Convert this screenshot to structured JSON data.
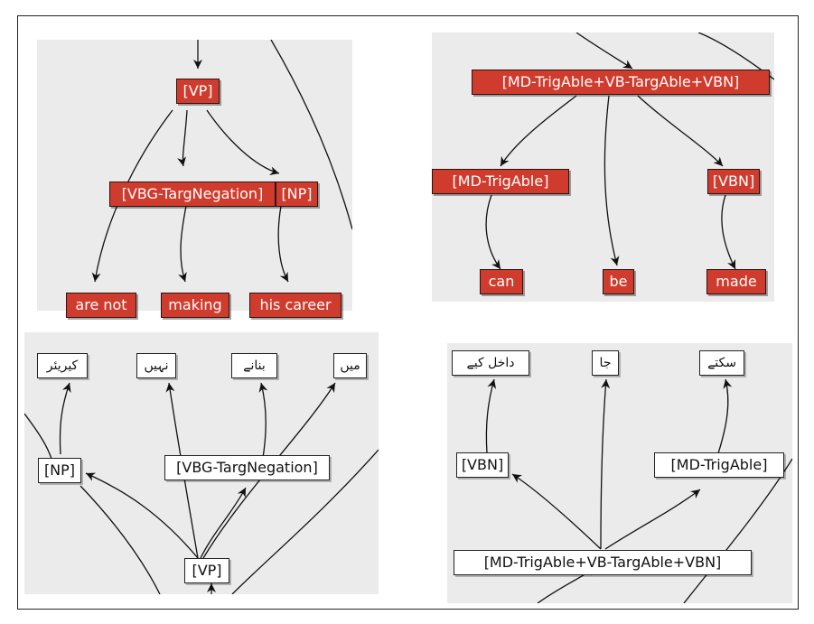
{
  "panels": {
    "en_tree_1": {
      "nodes": {
        "vp": "[VP]",
        "vbg": "[VBG-TargNegation]",
        "np": "[NP]",
        "are_not": "are not",
        "making": "making",
        "his_career": "his career"
      }
    },
    "en_tree_2": {
      "nodes": {
        "root": "[MD-TrigAble+VB-TargAble+VBN]",
        "md": "[MD-TrigAble]",
        "vbn": "[VBN]",
        "can": "can",
        "be": "be",
        "made": "made"
      }
    },
    "ur_tree_1": {
      "nodes": {
        "w1": "کیریئر",
        "w2": "نہیں",
        "w3": "بنانے",
        "w4": "میں",
        "np": "[NP]",
        "vbg": "[VBG-TargNegation]",
        "vp": "[VP]"
      }
    },
    "ur_tree_2": {
      "nodes": {
        "w1": "داخل کیے",
        "w2": "جا",
        "w3": "سکتے",
        "vbn": "[VBN]",
        "md": "[MD-TrigAble]",
        "root": "[MD-TrigAble+VB-TargAble+VBN]"
      }
    }
  }
}
